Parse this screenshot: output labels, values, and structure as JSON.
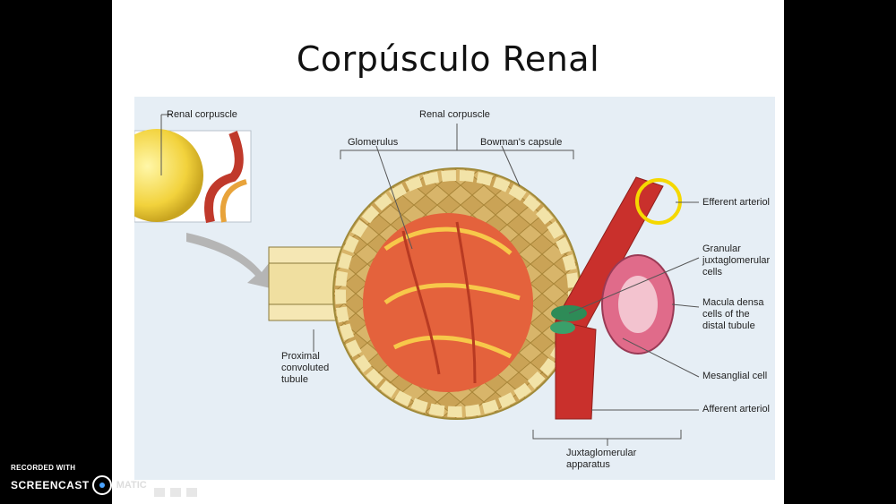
{
  "slide": {
    "title": "Corpúsculo Renal"
  },
  "labels": {
    "renal_corpuscle_inset": "Renal corpuscle",
    "renal_corpuscle_top": "Renal corpuscle",
    "glomerulus": "Glomerulus",
    "bowmans_capsule": "Bowman's capsule",
    "efferent_arteriole": "Efferent arteriol",
    "granular_cells": "Granular\njuxtaglomerular\ncells",
    "macula_densa": "Macula densa\ncells of the\ndistal tubule",
    "mesanglial_cell": "Mesanglial cell",
    "afferent_arteriole": "Afferent arteriol",
    "proximal_tubule": "Proximal\nconvoluted\ntubule",
    "juxtaglomerular_apparatus": "Juxtaglomerular\napparatus"
  },
  "colors": {
    "background_frame": "#000000",
    "slide": "#ffffff",
    "figure_bg": "#e6eef5",
    "tubule_cells": "#f0dfa0",
    "glomerulus": "#e4623c",
    "arteriole": "#c9302c",
    "cursor_ring": "#f5d800",
    "granular_cells": "#2e8b57"
  },
  "watermark": {
    "line1": "RECORDED WITH",
    "line2": "SCREENCAST",
    "line3": "MATIC"
  }
}
